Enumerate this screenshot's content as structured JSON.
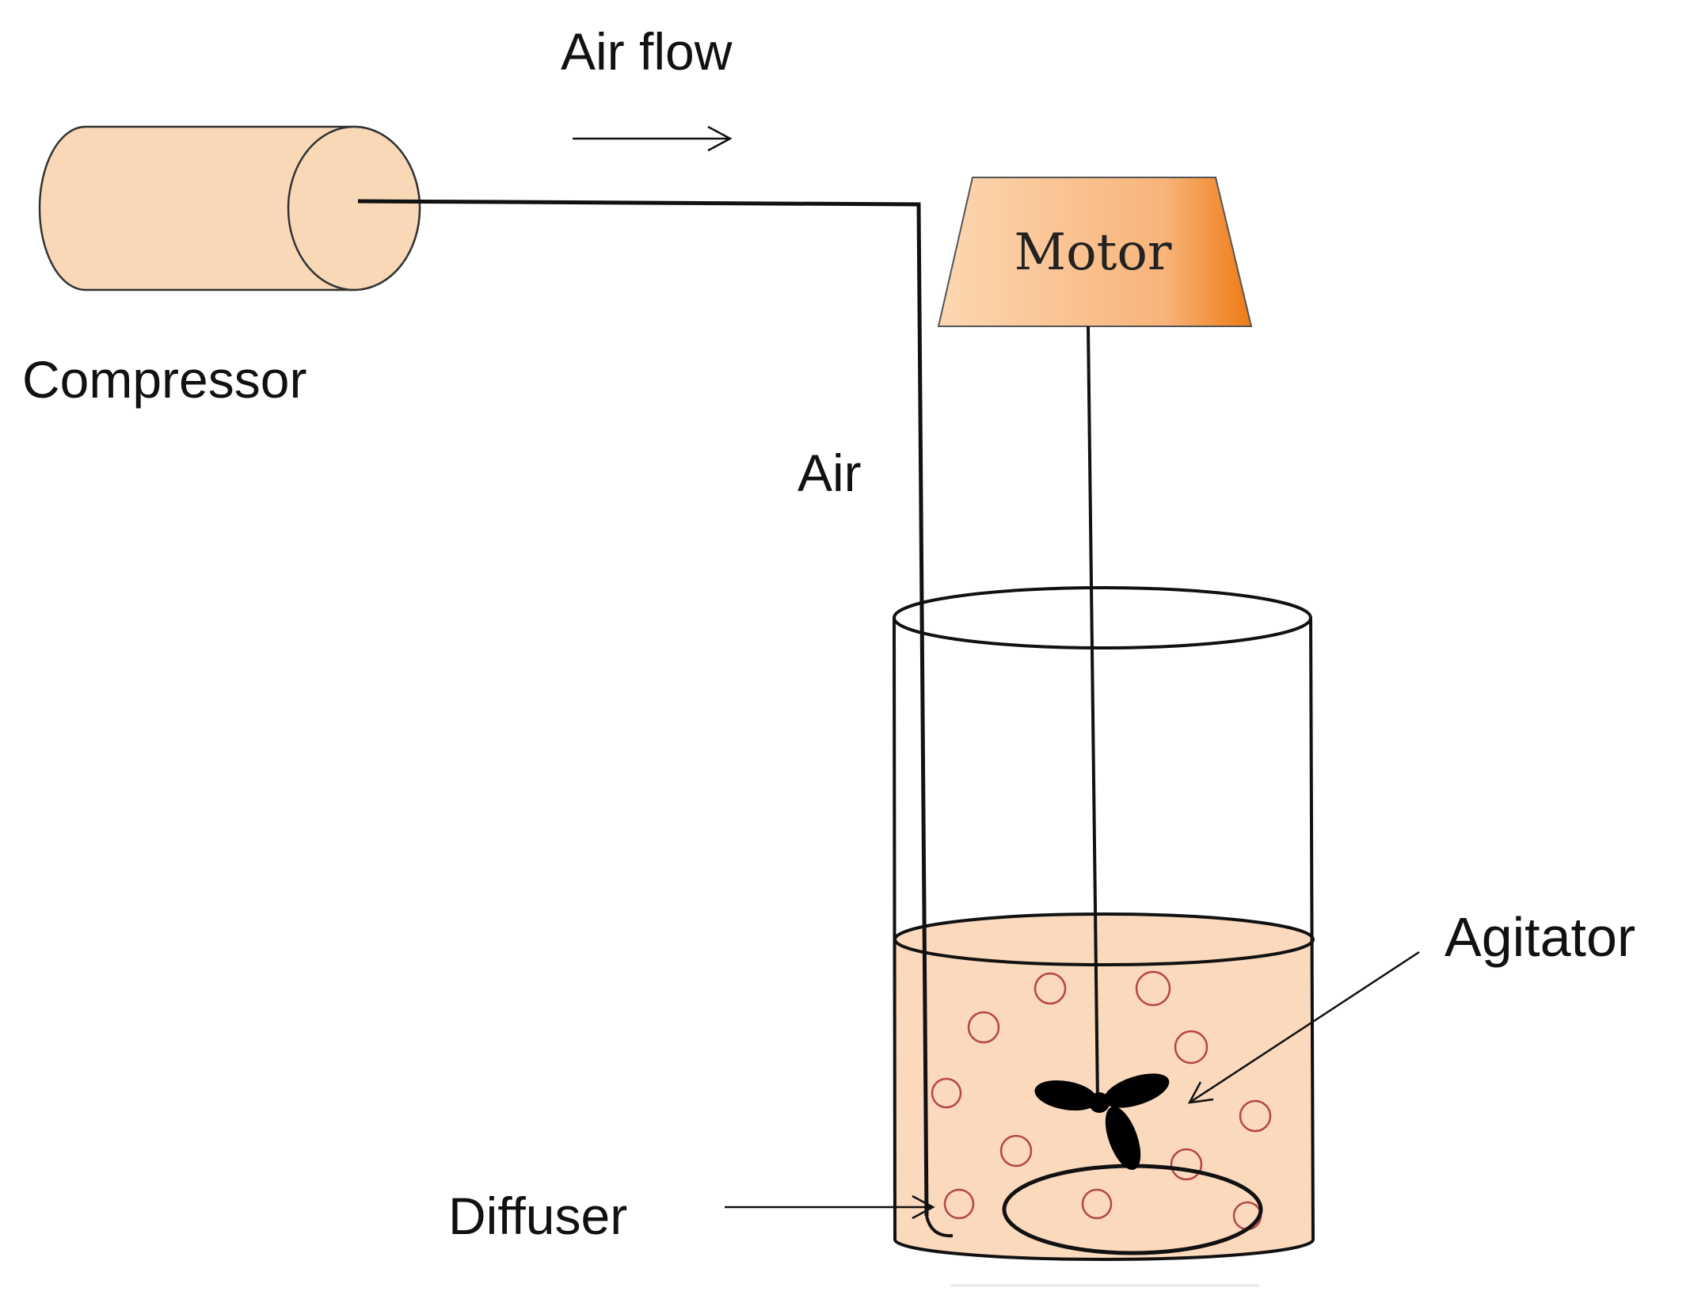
{
  "labels": {
    "compressor": "Compressor",
    "air_flow": "Air flow",
    "air": "Air",
    "motor": "Motor",
    "agitator": "Agitator",
    "diffuser": "Diffuser"
  },
  "colors": {
    "compressor_fill": "#f9d8b8",
    "liquid_fill": "#fbd9bd",
    "motor_fill_light": "#fcd3ab",
    "motor_fill_dark": "#ee7a14",
    "bubble_stroke": "#b5454a",
    "line": "#111111"
  }
}
